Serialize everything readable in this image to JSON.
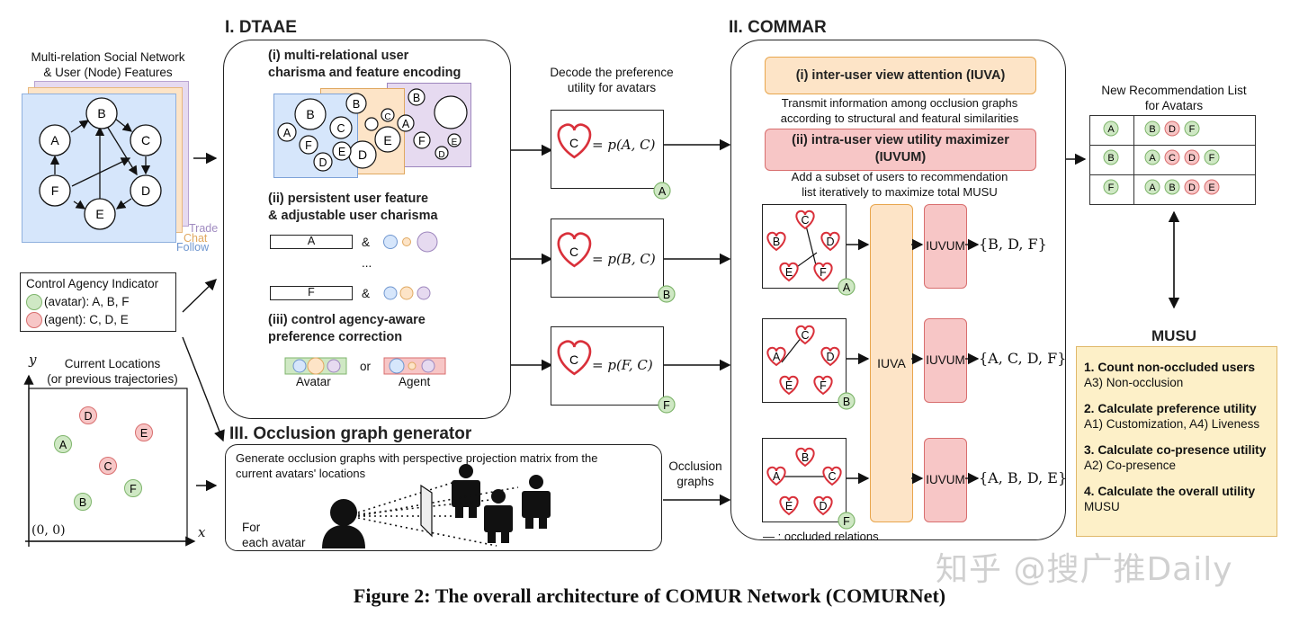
{
  "sections": {
    "dtaae": "I. DTAAE",
    "commar": "II. COMMAR",
    "occlusion": "III. Occlusion graph generator"
  },
  "input": {
    "network_title": "Multi-relation Social Network\n& User (Node) Features",
    "layers": [
      "Trade",
      "Chat",
      "Follow"
    ],
    "nodes": [
      "A",
      "B",
      "C",
      "D",
      "E",
      "F"
    ],
    "control_title": "Control Agency Indicator",
    "avatar_line": "(avatar): A, B, F",
    "agent_line": "(agent): C, D, E",
    "locations_title": "Current  Locations\n(or previous trajectories)",
    "axis_y": "y",
    "axis_x": "x",
    "origin": "(0, 0)"
  },
  "dtaae": {
    "step1": "(i) multi-relational user\ncharisma and feature encoding",
    "step2": "(ii) persistent user feature\n& adjustable user charisma",
    "step3": "(iii) control agency-aware\npreference correction",
    "row_a": "A",
    "row_f": "F",
    "amp": "&",
    "dots": "...",
    "or": "or",
    "avatar": "Avatar",
    "agent": "Agent"
  },
  "decode": {
    "title": "Decode the preference\nutility for avatars",
    "formulas": [
      "= p(A, C)",
      "= p(B, C)",
      "= p(F, C)"
    ],
    "heart_label": "C",
    "tags": [
      "A",
      "B",
      "F"
    ]
  },
  "occlusion": {
    "description": "Generate occlusion graphs with perspective projection matrix from the\ncurrent avatars' locations",
    "for_each": "For\neach avatar",
    "output_label": "Occlusion\ngraphs"
  },
  "commar": {
    "iuva_title": "(i) inter-user view attention (IUVA)",
    "iuva_desc": "Transmit information among occlusion graphs\naccording to structural and featural similarities",
    "iuvum_title": "(ii) intra-user view utility maximizer\n(IUVUM)",
    "iuvum_desc": "Add a subset of users to recommendation\nlist iteratively to maximize total MUSU",
    "iuva_block": "IUVA",
    "iuvum_block": "IUVUM",
    "results": [
      "{B, D, F}",
      "{A, C, D, F}",
      "{A, B, D, E}"
    ],
    "graph_tags": [
      "A",
      "B",
      "F"
    ],
    "legend": "—  : occluded relations"
  },
  "recommendation": {
    "title": "New Recommendation List\nfor Avatars",
    "rows": [
      {
        "avatar": "A",
        "items": [
          "B",
          "D",
          "F"
        ]
      },
      {
        "avatar": "B",
        "items": [
          "A",
          "C",
          "D",
          "F"
        ]
      },
      {
        "avatar": "F",
        "items": [
          "A",
          "B",
          "D",
          "E"
        ]
      }
    ]
  },
  "musu": {
    "title": "MUSU",
    "items": [
      {
        "head": "1. Count non-occluded users",
        "sub": "A3) Non-occlusion"
      },
      {
        "head": "2. Calculate preference utility",
        "sub": "A1) Customization, A4) Liveness"
      },
      {
        "head": "3. Calculate co-presence utility",
        "sub": "A2) Co-presence"
      },
      {
        "head": "4. Calculate the overall utility",
        "sub": "MUSU"
      }
    ]
  },
  "caption": "Figure 2: The overall architecture of COMUR Network (COMURNet)",
  "watermark": "知乎 @搜广推Daily",
  "colors": {
    "avatar_green": "#cfe8c4",
    "avatar_green_border": "#7fb56c",
    "agent_red": "#f7c6c6",
    "agent_red_border": "#d86e6e",
    "layer_blue": "#d6e6fb",
    "layer_orange": "#fde4c7",
    "layer_purple": "#e6daf0",
    "heart_red": "#d9303a"
  }
}
